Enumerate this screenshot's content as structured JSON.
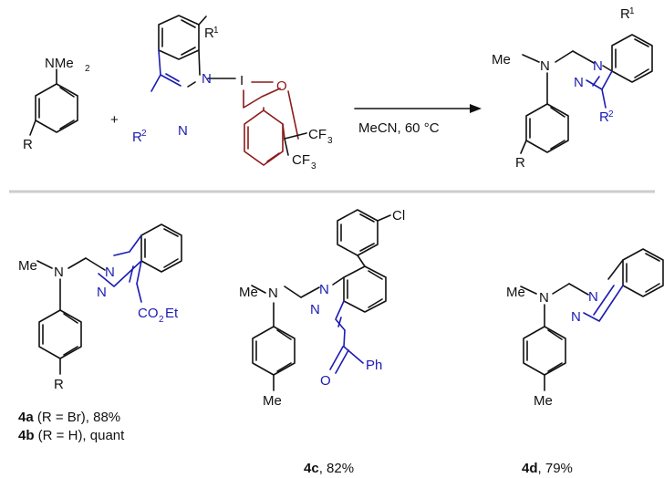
{
  "reaction": {
    "reagent_aniline": {
      "group": "NMe",
      "sub": "2",
      "r": "R"
    },
    "plus": "+",
    "reagent_hypervalent": {
      "r1": "R",
      "r1_sup": "1",
      "r2": "R",
      "r2_sup": "2",
      "n1": "N",
      "n2": "N",
      "i": "I",
      "o": "O",
      "cf3_a": "CF",
      "cf3_a_sub": "3",
      "cf3_b": "CF",
      "cf3_b_sub": "3"
    },
    "conditions": "MeCN, 60 °C",
    "product": {
      "me": "Me",
      "n": "N",
      "n1": "N",
      "n2": "N",
      "r": "R",
      "r1": "R",
      "r1_sup": "1",
      "r2": "R",
      "r2_sup": "2"
    }
  },
  "examples": [
    {
      "id": "4a-4b",
      "me": "Me",
      "n": "N",
      "n1": "N",
      "n2": "N",
      "r": "R",
      "ester": "CO",
      "ester_sub": "2",
      "ester_tail": "Et",
      "caption_lines": [
        {
          "label": "4a",
          "text": " (R = Br), 88%"
        },
        {
          "label": "4b",
          "text": " (R = H), quant"
        }
      ]
    },
    {
      "id": "4c",
      "me": "Me",
      "n": "N",
      "n1": "N",
      "n2": "N",
      "cl": "Cl",
      "o": "O",
      "ph": "Ph",
      "bottom_me": "Me",
      "caption": {
        "label": "4c",
        "text": ", 82%"
      }
    },
    {
      "id": "4d",
      "me": "Me",
      "n": "N",
      "n1": "N",
      "n2": "N",
      "bottom_me": "Me",
      "caption": {
        "label": "4d",
        "text": ", 79%"
      }
    }
  ],
  "colors": {
    "ink": "#111111",
    "blue": "#1b1bb3",
    "red": "#8b1a1a",
    "divider": "#cccccc"
  }
}
